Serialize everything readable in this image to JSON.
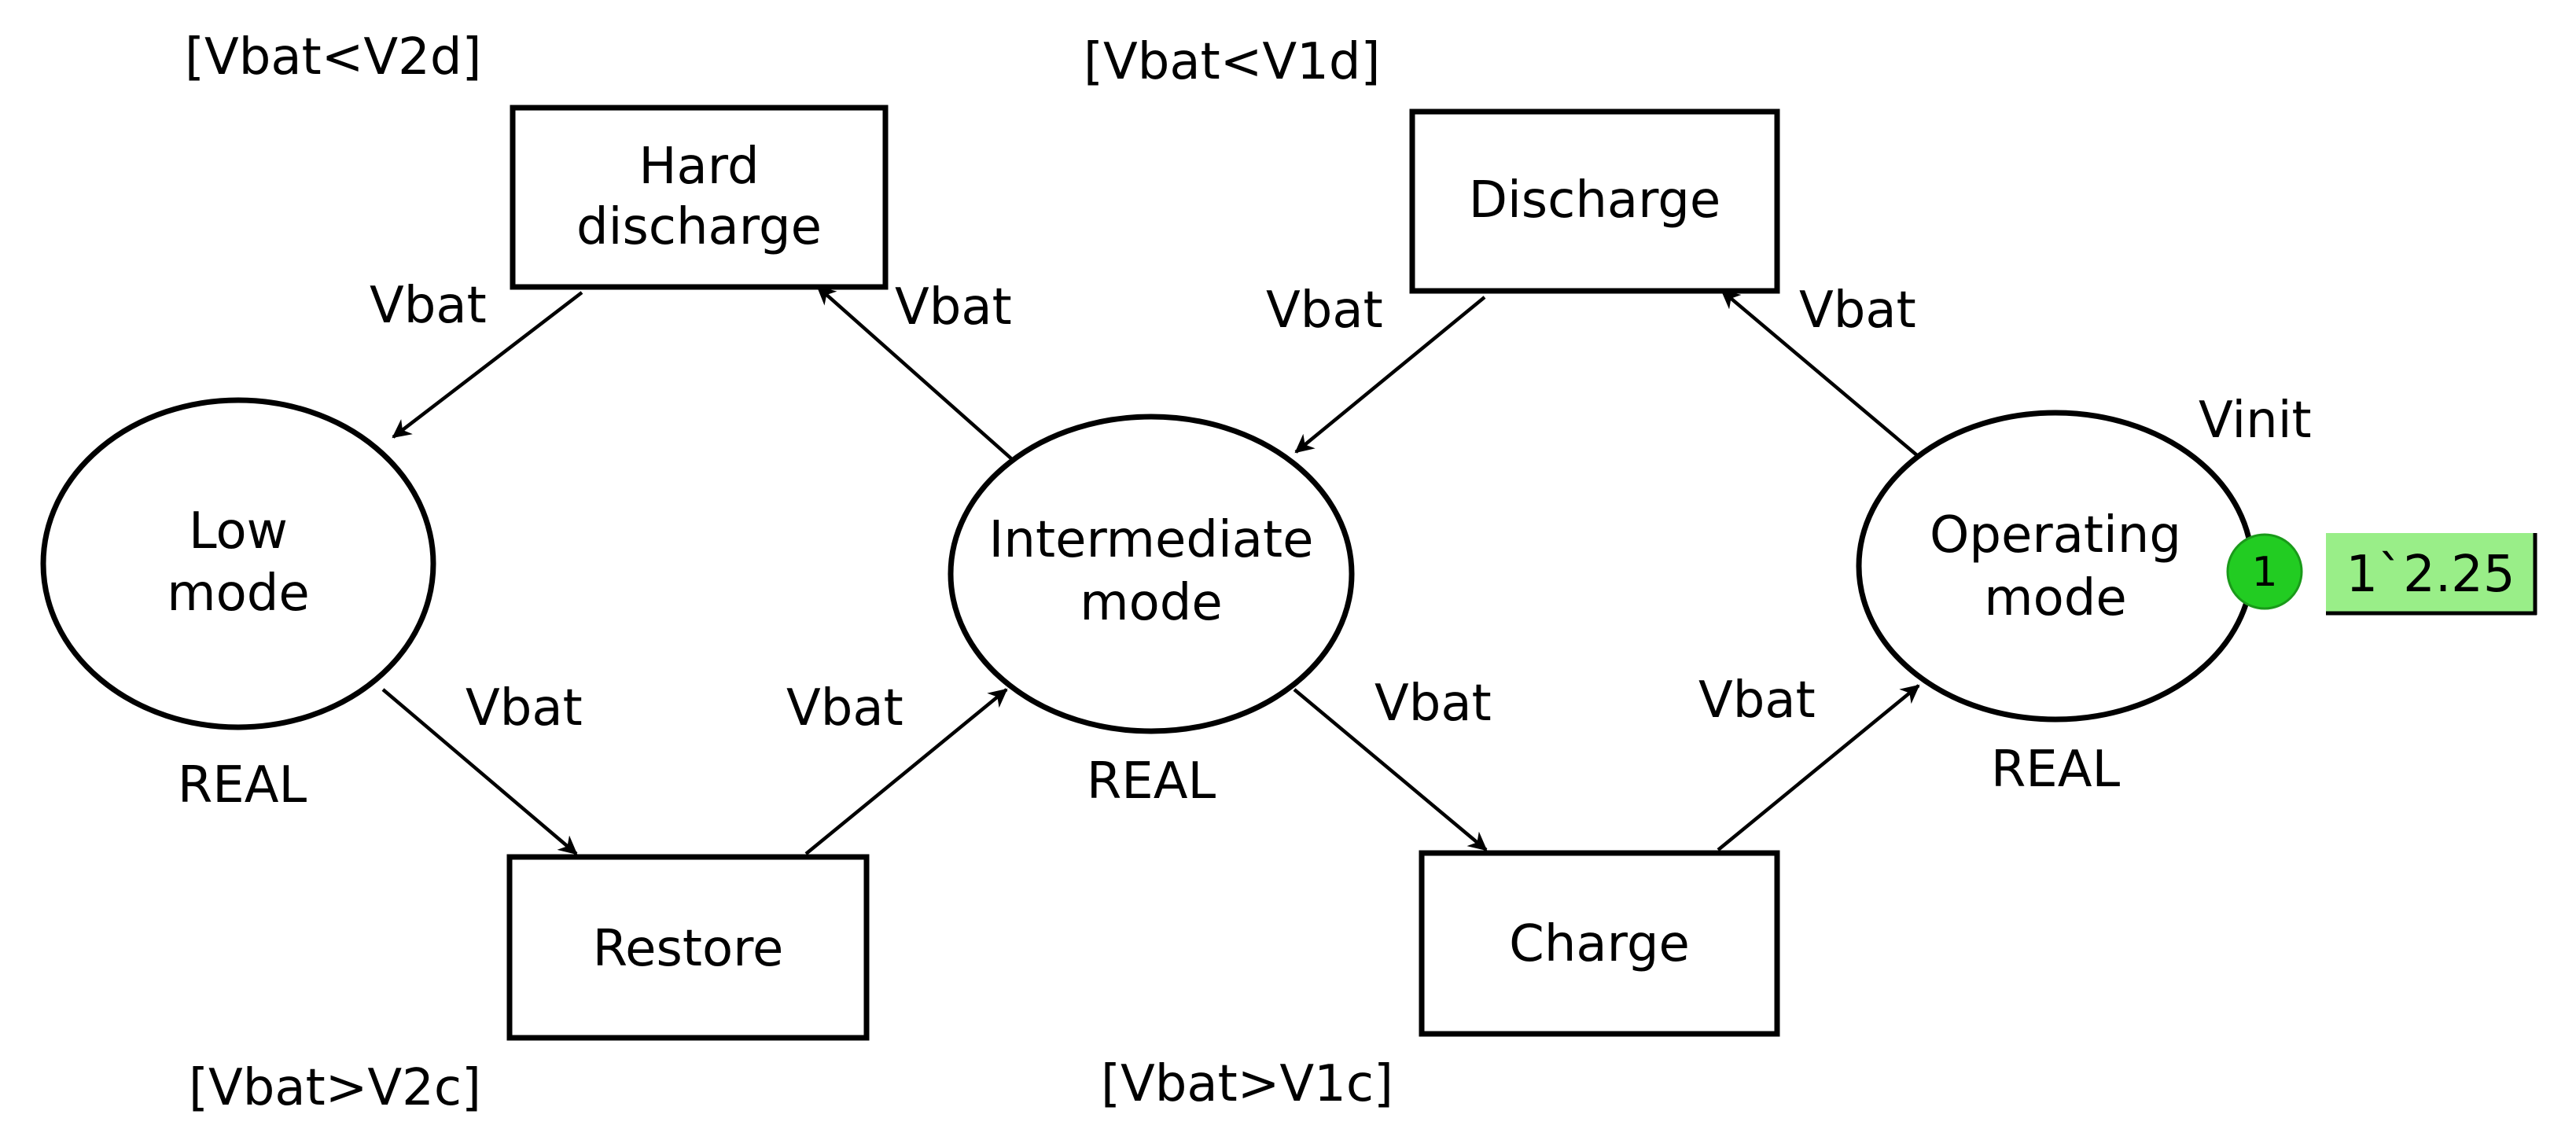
{
  "places": [
    {
      "id": "low",
      "lines": [
        "Low",
        "mode"
      ],
      "type": "REAL"
    },
    {
      "id": "intermediate",
      "lines": [
        "Intermediate",
        "mode"
      ],
      "type": "REAL"
    },
    {
      "id": "operating",
      "lines": [
        "Operating",
        "mode"
      ],
      "type": "REAL",
      "initial_marking": "Vinit"
    }
  ],
  "transitions": [
    {
      "id": "hard_discharge",
      "lines": [
        "Hard",
        "discharge"
      ],
      "guard": "[Vbat<V2d]"
    },
    {
      "id": "discharge",
      "lines": [
        "Discharge"
      ],
      "guard": "[Vbat<V1d]"
    },
    {
      "id": "restore",
      "lines": [
        "Restore"
      ],
      "guard": "[Vbat>V2c]"
    },
    {
      "id": "charge",
      "lines": [
        "Charge"
      ],
      "guard": "[Vbat>V1c]"
    }
  ],
  "arcs": [
    {
      "from": "hard_discharge",
      "to": "low",
      "label": "Vbat"
    },
    {
      "from": "intermediate",
      "to": "hard_discharge",
      "label": "Vbat"
    },
    {
      "from": "discharge",
      "to": "intermediate",
      "label": "Vbat"
    },
    {
      "from": "operating",
      "to": "discharge",
      "label": "Vbat"
    },
    {
      "from": "low",
      "to": "restore",
      "label": "Vbat"
    },
    {
      "from": "restore",
      "to": "intermediate",
      "label": "Vbat"
    },
    {
      "from": "intermediate",
      "to": "charge",
      "label": "Vbat"
    },
    {
      "from": "charge",
      "to": "operating",
      "label": "Vbat"
    }
  ],
  "token": {
    "count": "1",
    "marking": "1`2.25",
    "color": "#22cc22",
    "marking_bg": "#99ee88"
  }
}
